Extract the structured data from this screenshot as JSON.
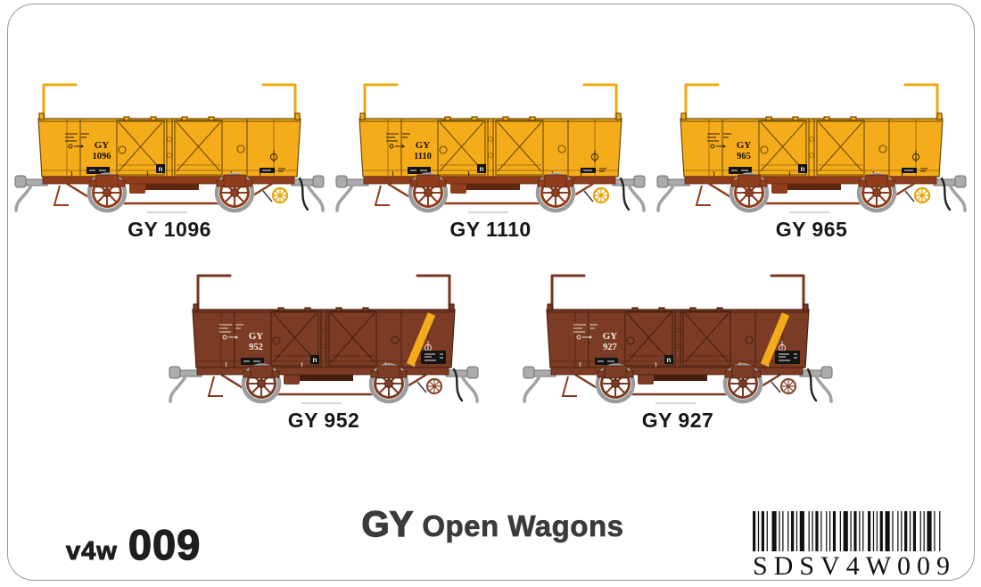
{
  "page": {
    "caption_style": "bold",
    "colors": {
      "page_background": "#FFFFFF",
      "border": "#9A9A9A",
      "text_dark": "#1E1E1E",
      "title_gray": "#3B3B3B",
      "stripe_yellow": "#F5AC1A",
      "wheel_tyre_gray": "#9B9B9B",
      "coupler_gray": "#ACACAC"
    }
  },
  "wagon_common": {
    "load_symbol": "n"
  },
  "wagons": [
    {
      "caption": "GY 1096",
      "class_label": "GY",
      "number": "1096",
      "livery": "yellow",
      "colors": {
        "body": "#F5AC1A",
        "lines": "#6B4A08",
        "chassis": "#8F3D1C",
        "chassis_dark": "#5E2710",
        "handrail": "#EDA90F",
        "number_text": "#171203",
        "brake_wheel": "#E8A50A"
      }
    },
    {
      "caption": "GY 1110",
      "class_label": "GY",
      "number": "1110",
      "livery": "yellow",
      "colors": {
        "body": "#F5AC1A",
        "lines": "#6B4A08",
        "chassis": "#8F3D1C",
        "chassis_dark": "#5E2710",
        "handrail": "#EDA90F",
        "number_text": "#171203",
        "brake_wheel": "#E8A50A"
      }
    },
    {
      "caption": "GY 965",
      "class_label": "GY",
      "number": "965",
      "livery": "yellow",
      "colors": {
        "body": "#F5AC1A",
        "lines": "#6B4A08",
        "chassis": "#8F3D1C",
        "chassis_dark": "#5E2710",
        "handrail": "#EDA90F",
        "number_text": "#171203",
        "brake_wheel": "#E8A50A"
      }
    },
    {
      "caption": "GY 952",
      "class_label": "GY",
      "number": "952",
      "livery": "red",
      "colors": {
        "body": "#7C3B24",
        "lines": "#46200F",
        "chassis": "#7C3B24",
        "chassis_dark": "#46200F",
        "handrail": "#77361F",
        "number_text": "#F3EFE4",
        "brake_wheel": "#8A4A30"
      }
    },
    {
      "caption": "GY 927",
      "class_label": "GY",
      "number": "927",
      "livery": "red",
      "colors": {
        "body": "#7C3B24",
        "lines": "#46200F",
        "chassis": "#7C3B24",
        "chassis_dark": "#46200F",
        "handrail": "#77361F",
        "number_text": "#F3EFE4",
        "brake_wheel": "#8A4A30"
      }
    }
  ],
  "product_code": {
    "prefix": "v4w",
    "number": "009"
  },
  "title": {
    "class_code": "GY",
    "text": "Open Wagons"
  },
  "barcode": {
    "text": "SDSV4W009"
  }
}
